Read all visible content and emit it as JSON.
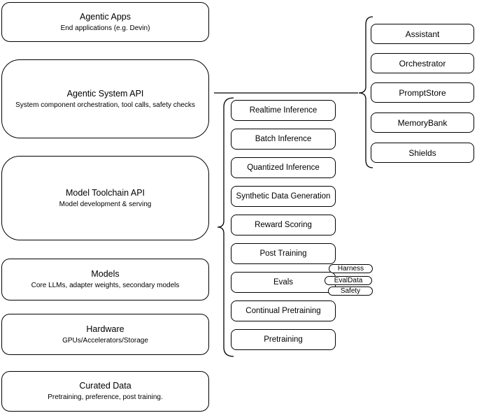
{
  "colors": {
    "stroke": "#000000",
    "fill": "#ffffff",
    "text": "#000000"
  },
  "left_column": [
    {
      "title": "Agentic Apps",
      "subtitle": "End applications (e.g. Devin)"
    },
    {
      "title": "Agentic System API",
      "subtitle": "System component orchestration, tool calls, safety checks"
    },
    {
      "title": "Model Toolchain API",
      "subtitle": "Model development & serving"
    },
    {
      "title": "Models",
      "subtitle": "Core LLMs, adapter weights, secondary models"
    },
    {
      "title": "Hardware",
      "subtitle": "GPUs/Accelerators/Storage"
    },
    {
      "title": "Curated Data",
      "subtitle": "Pretraining, preference, post training."
    }
  ],
  "toolchain_services": [
    "Realtime Inference",
    "Batch Inference",
    "Quantized Inference",
    "Synthetic Data Generation",
    "Reward Scoring",
    "Post Training",
    "Evals",
    "Continual Pretraining",
    "Pretraining"
  ],
  "evals_components": [
    "Harness",
    "EvalData",
    "Safety"
  ],
  "system_components": [
    "Assistant",
    "Orchestrator",
    "PromptStore",
    "MemoryBank",
    "Shields"
  ]
}
